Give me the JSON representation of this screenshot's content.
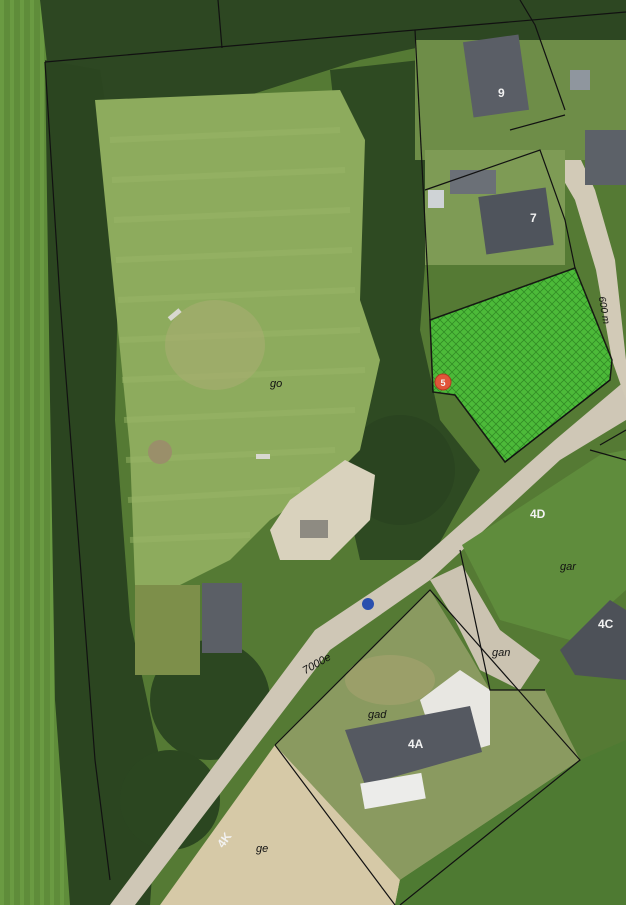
{
  "map": {
    "labels": {
      "go": "go",
      "road": "7000e",
      "strip": "600 m",
      "gar": "gar",
      "gan": "gan",
      "gad": "gad",
      "ge": "ge"
    },
    "house_numbers": {
      "h9": "9",
      "h7": "7",
      "h4D": "4D",
      "h4C": "4C",
      "h4A": "4A",
      "h4K": "4K",
      "h5": "5"
    },
    "colors": {
      "selected_parcel": "#4fc23a",
      "parcel_line": "#111111",
      "marker": "#e0553a",
      "road": "#cfc7b6",
      "lawn": "#86a558",
      "trees": "#2f4a22"
    }
  }
}
